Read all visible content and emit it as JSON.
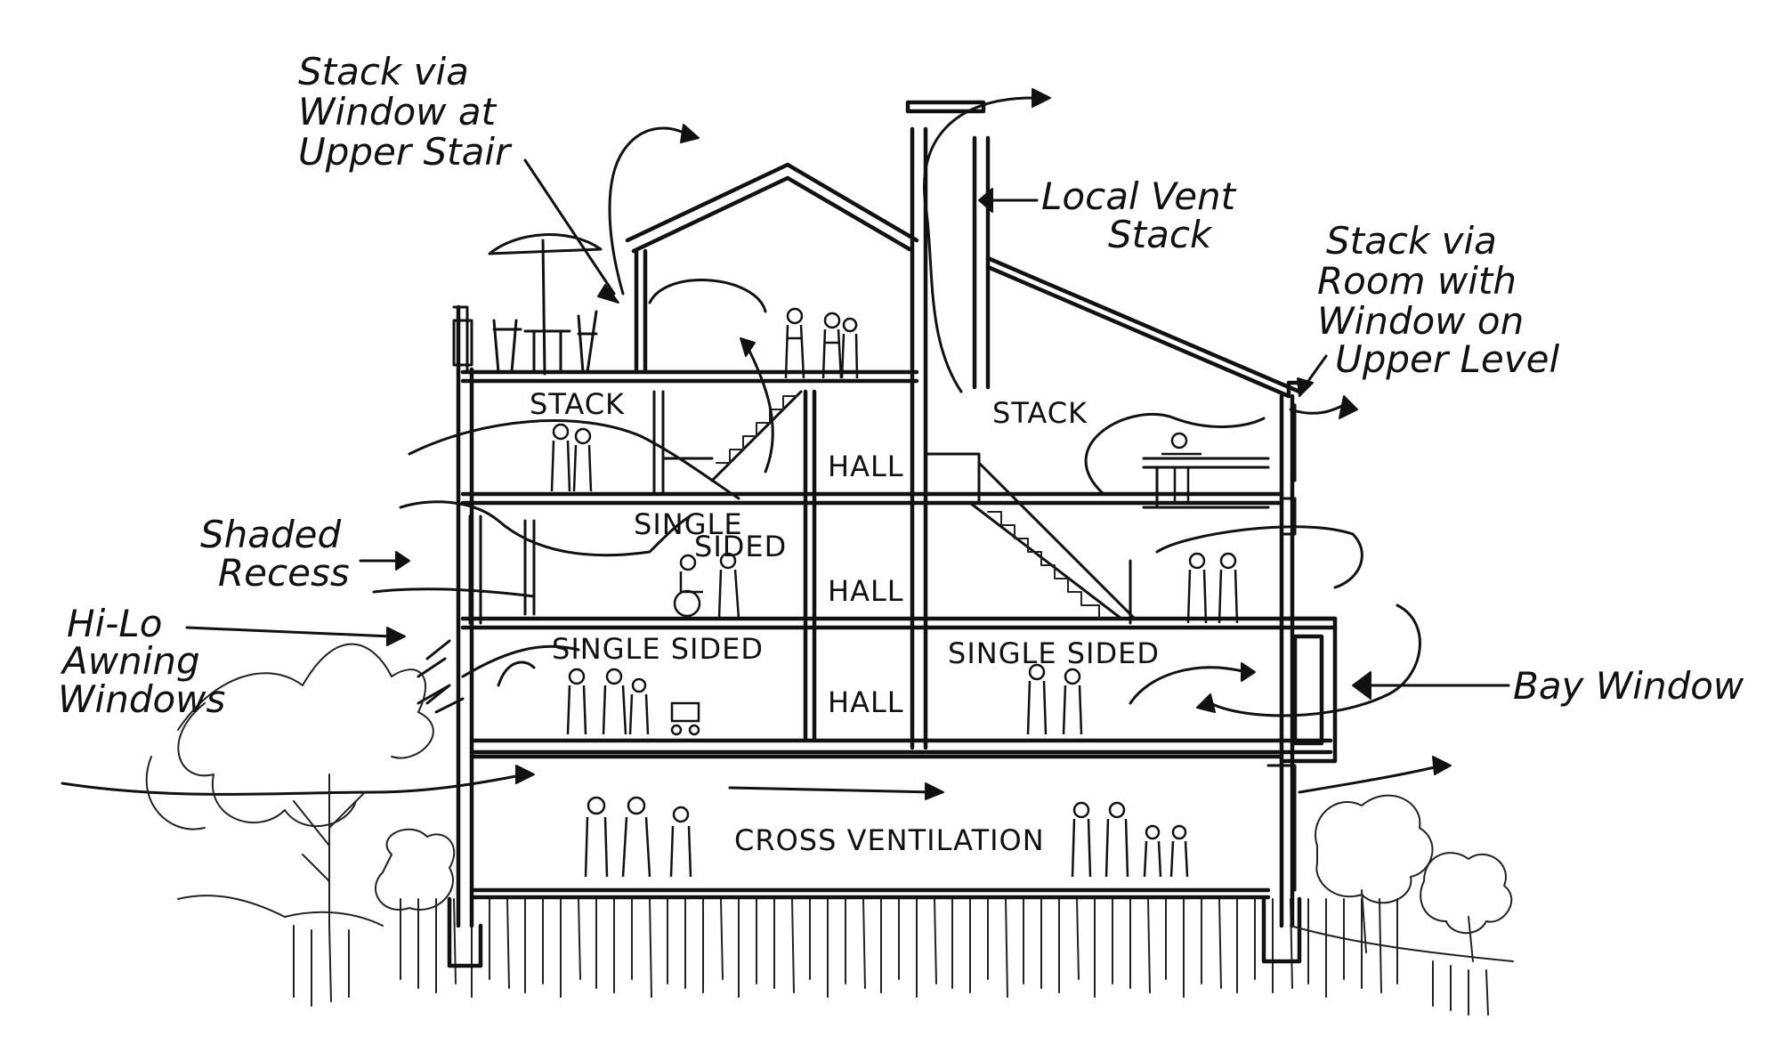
{
  "annotations": {
    "stack_stair": [
      "Stack via",
      "Window at",
      "Upper Stair"
    ],
    "local_vent": [
      "Local Vent",
      "Stack"
    ],
    "stack_room": [
      "Stack via",
      "Room with",
      "Window on",
      "Upper Level"
    ],
    "shaded_recess": [
      "Shaded",
      "Recess"
    ],
    "hilo": [
      "Hi-Lo",
      "Awning",
      "Windows"
    ],
    "bay_window": "Bay Window"
  },
  "rooms": {
    "stack_left": "STACK",
    "stack_right": "STACK",
    "hall_upper": "HALL",
    "hall_middle": "HALL",
    "hall_lower": "HALL",
    "single_sided_top_1": "SINGLE",
    "single_sided_top_2": "SIDED",
    "single_sided_left": "SINGLE SIDED",
    "single_sided_right": "SINGLE SIDED",
    "cross_ventilation": "CROSS VENTILATION"
  }
}
